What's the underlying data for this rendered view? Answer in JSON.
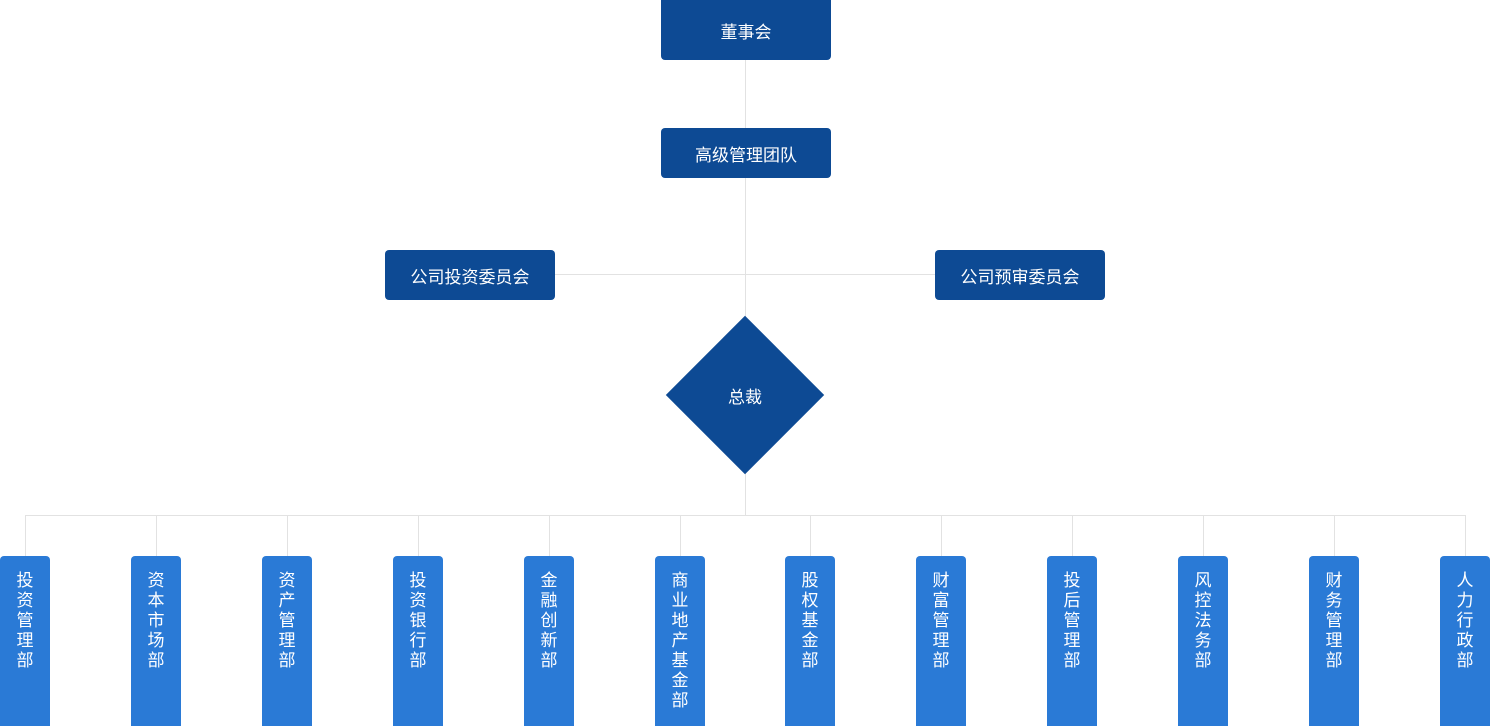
{
  "board": {
    "label": "董事会"
  },
  "senior_team": {
    "label": "高级管理团队"
  },
  "investment_committee": {
    "label": "公司投资委员会"
  },
  "review_committee": {
    "label": "公司预审委员会"
  },
  "president": {
    "label": "总裁"
  },
  "departments": [
    {
      "label": "投资管理部"
    },
    {
      "label": "资本市场部"
    },
    {
      "label": "资产管理部"
    },
    {
      "label": "投资银行部"
    },
    {
      "label": "金融创新部"
    },
    {
      "label": "商业地产基金部"
    },
    {
      "label": "股权基金部"
    },
    {
      "label": "财富管理部"
    },
    {
      "label": "投后管理部"
    },
    {
      "label": "风控法务部"
    },
    {
      "label": "财务管理部"
    },
    {
      "label": "人力行政部"
    }
  ],
  "colors": {
    "primary": "#0d4a94",
    "department": "#2a7ad6",
    "connector": "#e2e2e2"
  }
}
